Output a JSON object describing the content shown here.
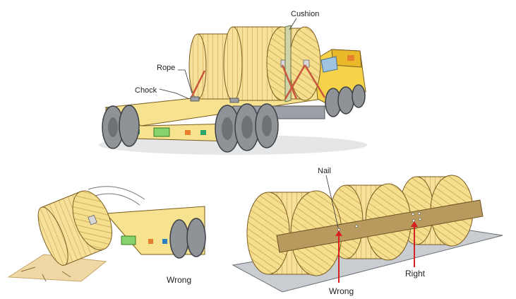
{
  "labels": {
    "cushion": "Cushion",
    "rope": "Rope",
    "chock": "Chock",
    "nail": "Nail",
    "wrong_left": "Wrong",
    "wrong_right": "Wrong",
    "right": "Right"
  },
  "colors": {
    "wood": "#f5de8e",
    "wood_stroke": "#7a5b1e",
    "truck_yellow": "#f7e38f",
    "cab_yellow": "#f6d24a",
    "tire": "#8f9296",
    "tire_dark": "#4a4d52",
    "rope": "#c8553d",
    "board": "#b89a5e",
    "arrow_red": "#d62020",
    "pallet": "#c9ccd0"
  }
}
